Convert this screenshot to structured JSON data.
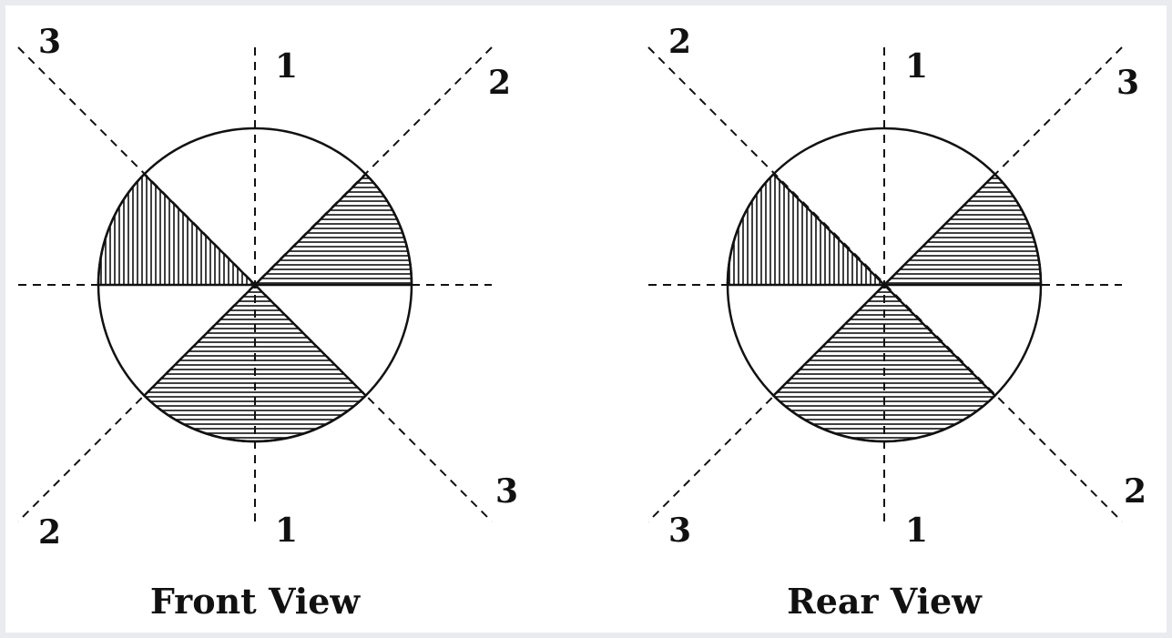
{
  "figure": {
    "views": [
      {
        "title": "Front View",
        "axis_labels": {
          "top": "1",
          "bottom": "1",
          "upper_left": "3",
          "lower_right": "3",
          "upper_right": "2",
          "lower_left": "2"
        }
      },
      {
        "title": "Rear View",
        "axis_labels": {
          "top": "1",
          "bottom": "1",
          "upper_left": "2",
          "lower_right": "2",
          "upper_right": "3",
          "lower_left": "3"
        }
      }
    ]
  },
  "colors": {
    "line": "#111111",
    "background": "#ffffff",
    "page": "#e9ebee"
  }
}
